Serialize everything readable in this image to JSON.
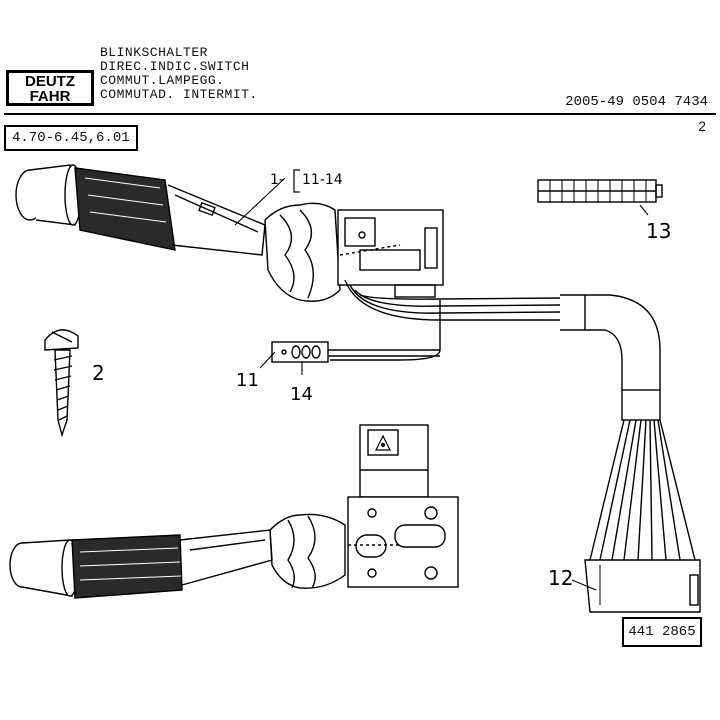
{
  "header": {
    "brand_line1": "DEUTZ",
    "brand_line2": "FAHR",
    "title_lines": [
      "BLINKSCHALTER",
      "DIREC.INDIC.SWITCH",
      "COMMUT.LAMPEGG.",
      "COMMUTAD. INTERMIT."
    ],
    "code": "2005-49  0504 7434"
  },
  "page_number": "2",
  "models": "4.70-6.45,6.01",
  "reference": "441 2865",
  "callouts": {
    "main": "1-",
    "main_range": "11-14",
    "screw": "2",
    "connector_11": "11",
    "connector_14": "14",
    "plug_12": "12",
    "terminal_13": "13"
  }
}
